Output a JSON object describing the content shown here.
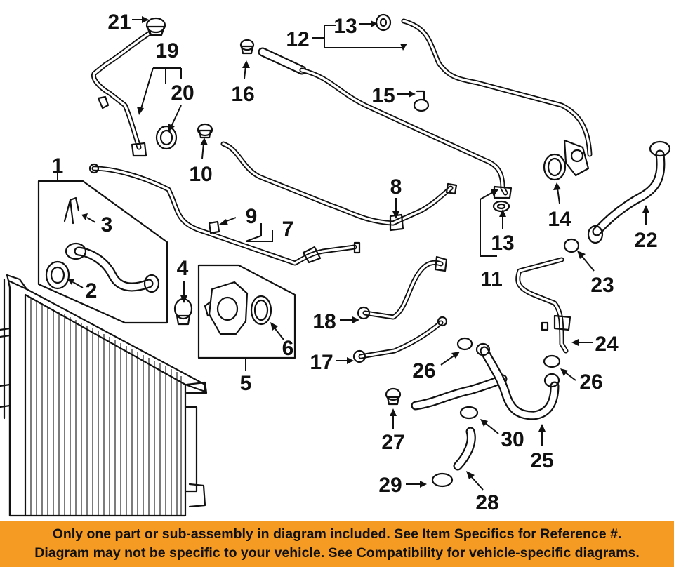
{
  "callouts": {
    "n1": "1",
    "n2": "2",
    "n3": "3",
    "n4": "4",
    "n5": "5",
    "n6": "6",
    "n7": "7",
    "n8": "8",
    "n9": "9",
    "n10": "10",
    "n11": "11",
    "n12": "12",
    "n13a": "13",
    "n13b": "13",
    "n14": "14",
    "n15": "15",
    "n16": "16",
    "n17": "17",
    "n18": "18",
    "n19": "19",
    "n20": "20",
    "n21": "21",
    "n22": "22",
    "n23": "23",
    "n24": "24",
    "n25": "25",
    "n26a": "26",
    "n26b": "26",
    "n27": "27",
    "n28": "28",
    "n29": "29",
    "n30": "30"
  },
  "notice": {
    "line1": "Only one part or sub-assembly in diagram included. See Item Specifics for Reference #.",
    "line2": "Diagram may not be specific to your vehicle. See Compatibility for vehicle-specific diagrams."
  },
  "colors": {
    "banner": "#f59a23",
    "ink": "#111111",
    "background": "#ffffff"
  }
}
